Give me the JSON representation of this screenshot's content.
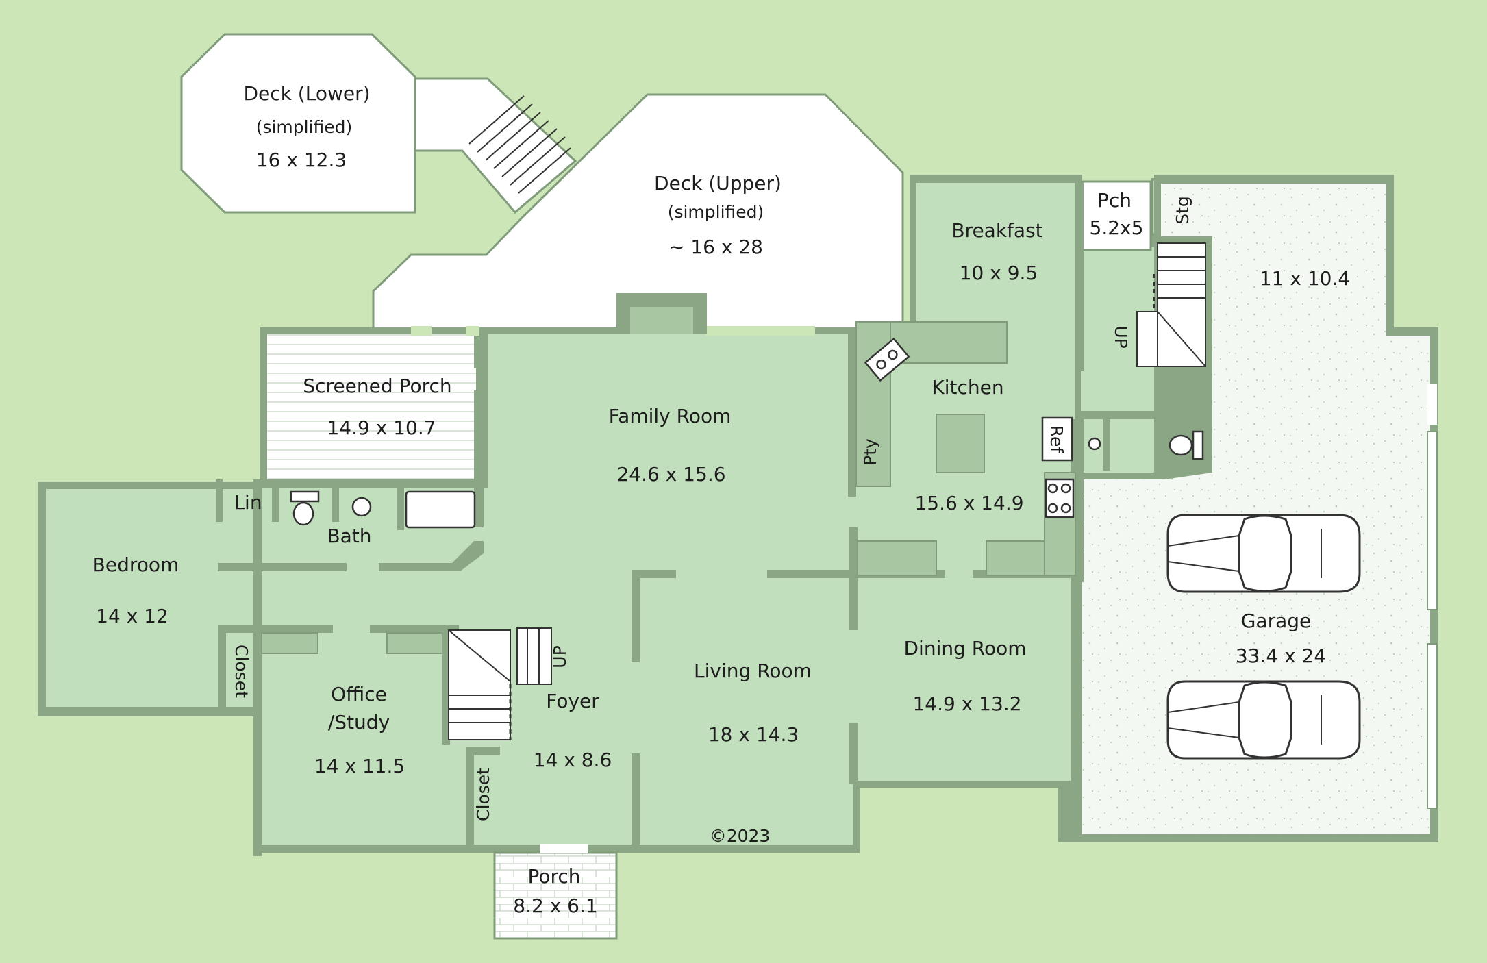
{
  "colors": {
    "background": "#cce6b8",
    "floor": "#c2dfbd",
    "wall": "#8aa684",
    "deck": "#ffffff",
    "garage": "#f4f8f2",
    "text": "#1d1d1d"
  },
  "rooms": {
    "deck_lower": {
      "name": "Deck (Lower)",
      "note": "(simplified)",
      "dims": "16 x 12.3"
    },
    "deck_upper": {
      "name": "Deck (Upper)",
      "note": "(simplified)",
      "dims": "~ 16 x 28"
    },
    "breakfast": {
      "name": "Breakfast",
      "dims": "10 x 9.5"
    },
    "porch_small": {
      "name": "Pch",
      "dims": "5.2x5"
    },
    "storage": {
      "name": "Stg"
    },
    "garage_upper": {
      "dims": "11 x 10.4"
    },
    "screened_porch": {
      "name": "Screened Porch",
      "dims": "14.9 x 10.7"
    },
    "family_room": {
      "name": "Family Room",
      "dims": "24.6 x 15.6"
    },
    "kitchen": {
      "name": "Kitchen",
      "dims": "15.6 x 14.9"
    },
    "pantry": {
      "name": "Pty"
    },
    "refrigerator": {
      "name": "Ref"
    },
    "linen": {
      "name": "Lin"
    },
    "bath": {
      "name": "Bath"
    },
    "bedroom": {
      "name": "Bedroom",
      "dims": "14 x 12"
    },
    "bedroom_closet": {
      "name": "Closet"
    },
    "office": {
      "name_line1": "Office",
      "name_line2": "/Study",
      "dims": "14 x 11.5"
    },
    "foyer": {
      "name": "Foyer",
      "dims": "14 x 8.6"
    },
    "foyer_closet": {
      "name": "Closet"
    },
    "living_room": {
      "name": "Living Room",
      "dims": "18 x 14.3"
    },
    "dining_room": {
      "name": "Dining Room",
      "dims": "14.9 x 13.2"
    },
    "garage": {
      "name": "Garage",
      "dims": "33.4 x 24"
    },
    "porch": {
      "name": "Porch",
      "dims": "8.2 x 6.1"
    }
  },
  "stairs": {
    "up_foyer": "UP",
    "up_garage": "UP"
  },
  "copyright": "©2023"
}
